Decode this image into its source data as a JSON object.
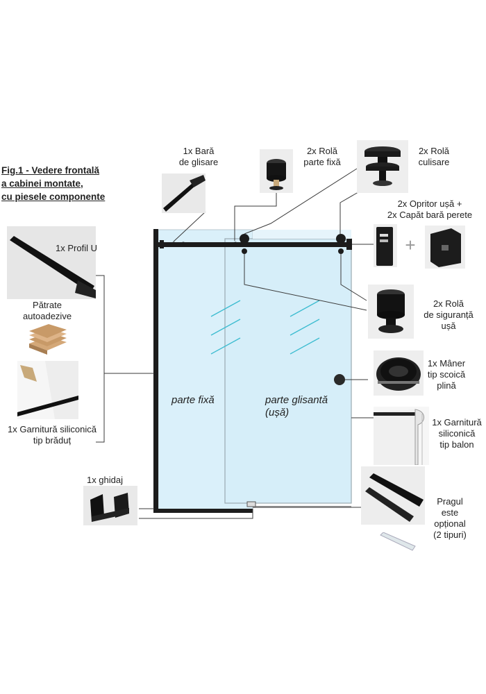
{
  "title": {
    "lines": [
      "Fig.1 - Vedere frontală",
      "a cabinei montate,",
      "cu piesele componente"
    ]
  },
  "panels": {
    "fixed": "parte fixă",
    "sliding": [
      "parte glisantă",
      "(ușă)"
    ]
  },
  "components": {
    "slide_bar": [
      "1x Bară",
      "de glisare"
    ],
    "fixed_roller": [
      "2x Rolă",
      "parte fixă"
    ],
    "sliding_roller": [
      "2x Rolă",
      "culisare"
    ],
    "door_stop": [
      "2x Opritor ușă +",
      "2x Capăt bară perete"
    ],
    "plus_sign": "+",
    "u_profile": "1x Profil U",
    "adhesive_squares": [
      "Pătrate",
      "autoadezive"
    ],
    "fir_gasket": [
      "1x Garnitură siliconică",
      "tip brăduț"
    ],
    "safety_roller": [
      "2x Rolă",
      "de siguranță",
      "ușă"
    ],
    "handle": [
      "1x Mâner",
      "tip scoică",
      "plină"
    ],
    "balloon_gasket": [
      "1x Garnitură",
      "siliconică",
      "tip balon"
    ],
    "guide": "1x ghidaj",
    "threshold": [
      "Pragul",
      "este",
      "opțional",
      "(2 tipuri)"
    ]
  },
  "colors": {
    "glass": "#daf0fa",
    "frame": "#1c1c1c",
    "line": "#3a3a3a",
    "accent": "#3cbcd0"
  }
}
